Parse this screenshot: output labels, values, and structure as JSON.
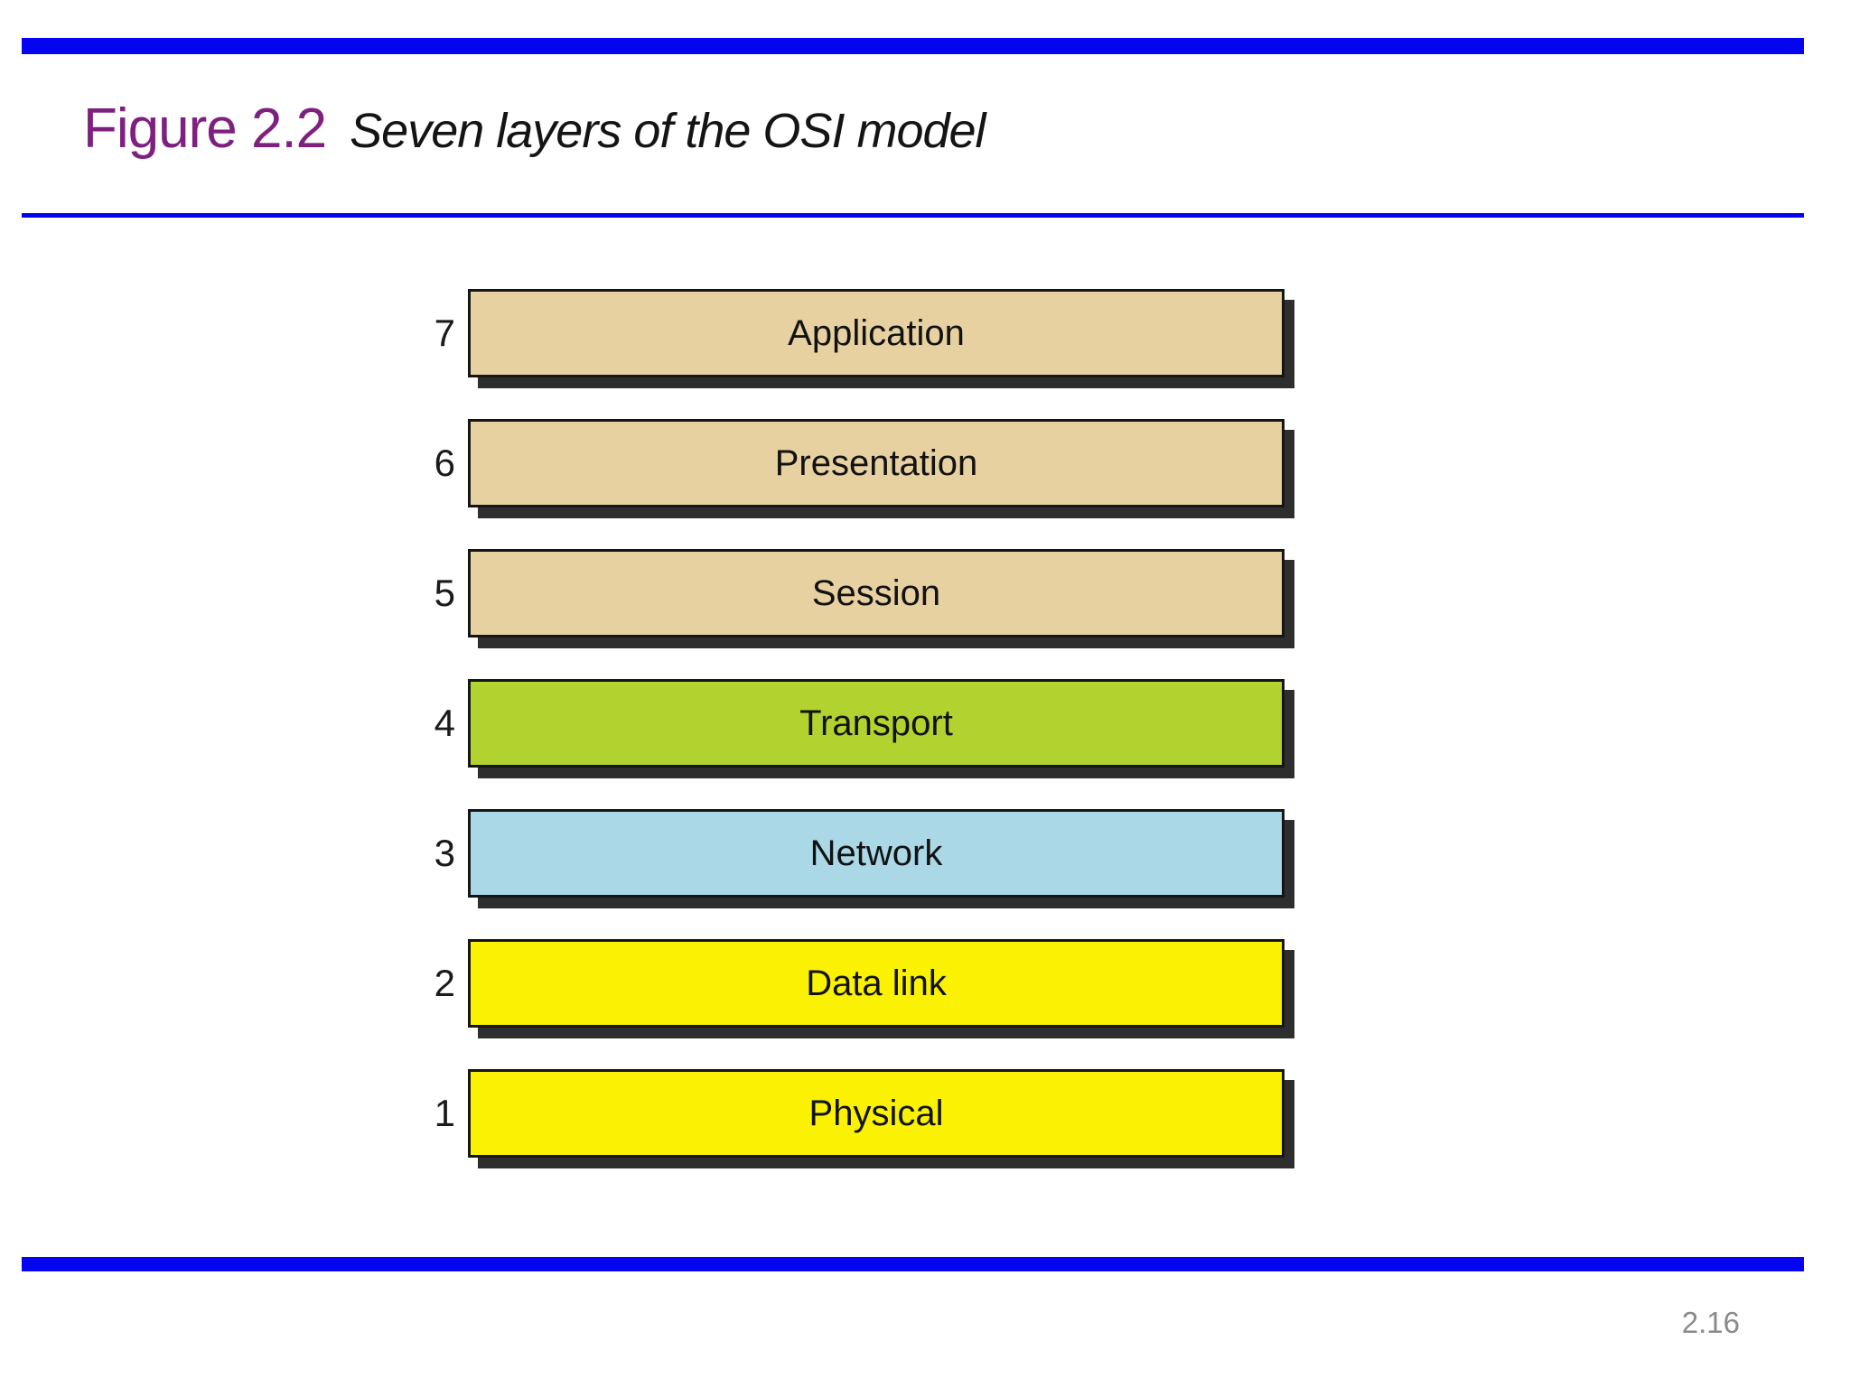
{
  "slide": {
    "title": "Figure 2.2",
    "subtitle": "Seven layers of the OSI model",
    "page_number": "2.16",
    "accent_bar_color": "#0404ee",
    "title_color": "#7e2080"
  },
  "figure": {
    "layers": [
      {
        "number": "7",
        "name": "Application",
        "color": "#e7d1a1"
      },
      {
        "number": "6",
        "name": "Presentation",
        "color": "#e7d1a1"
      },
      {
        "number": "5",
        "name": "Session",
        "color": "#e7d1a1"
      },
      {
        "number": "4",
        "name": "Transport",
        "color": "#b2d32f"
      },
      {
        "number": "3",
        "name": "Network",
        "color": "#aad8e7"
      },
      {
        "number": "2",
        "name": "Data link",
        "color": "#faf202"
      },
      {
        "number": "1",
        "name": "Physical",
        "color": "#faf202"
      }
    ]
  }
}
